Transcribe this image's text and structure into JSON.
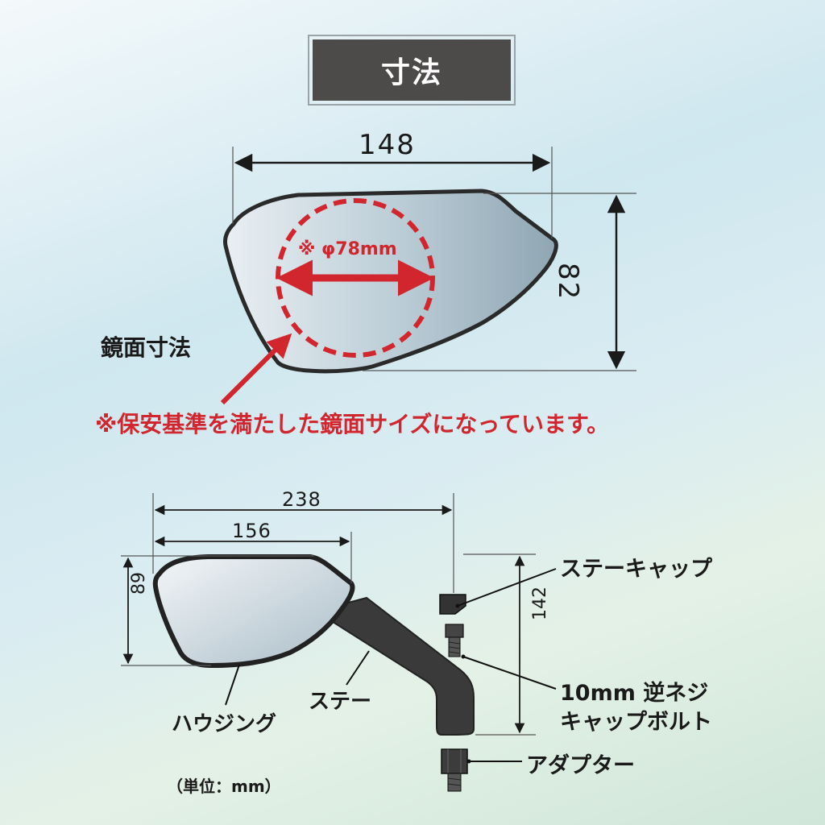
{
  "title": "寸法",
  "top": {
    "width": "148",
    "height": "82",
    "diameter": "※ φ78mm",
    "mirror_label": "鏡面寸法",
    "note": "※保安基準を満たした鏡面サイズになっています。"
  },
  "bottom": {
    "total_width": "238",
    "mirror_width": "156",
    "height": "89",
    "stay_height": "142",
    "labels": {
      "stay_cap": "ステーキャップ",
      "bolt_line1": "10mm 逆ネジ",
      "bolt_line2": "キャップボルト",
      "housing": "ハウジング",
      "stay": "ステー",
      "adapter": "アダプター"
    },
    "unit": "（単位：mm）"
  },
  "colors": {
    "accent_red": "#d1262e",
    "title_bg": "#4d4a4a"
  }
}
